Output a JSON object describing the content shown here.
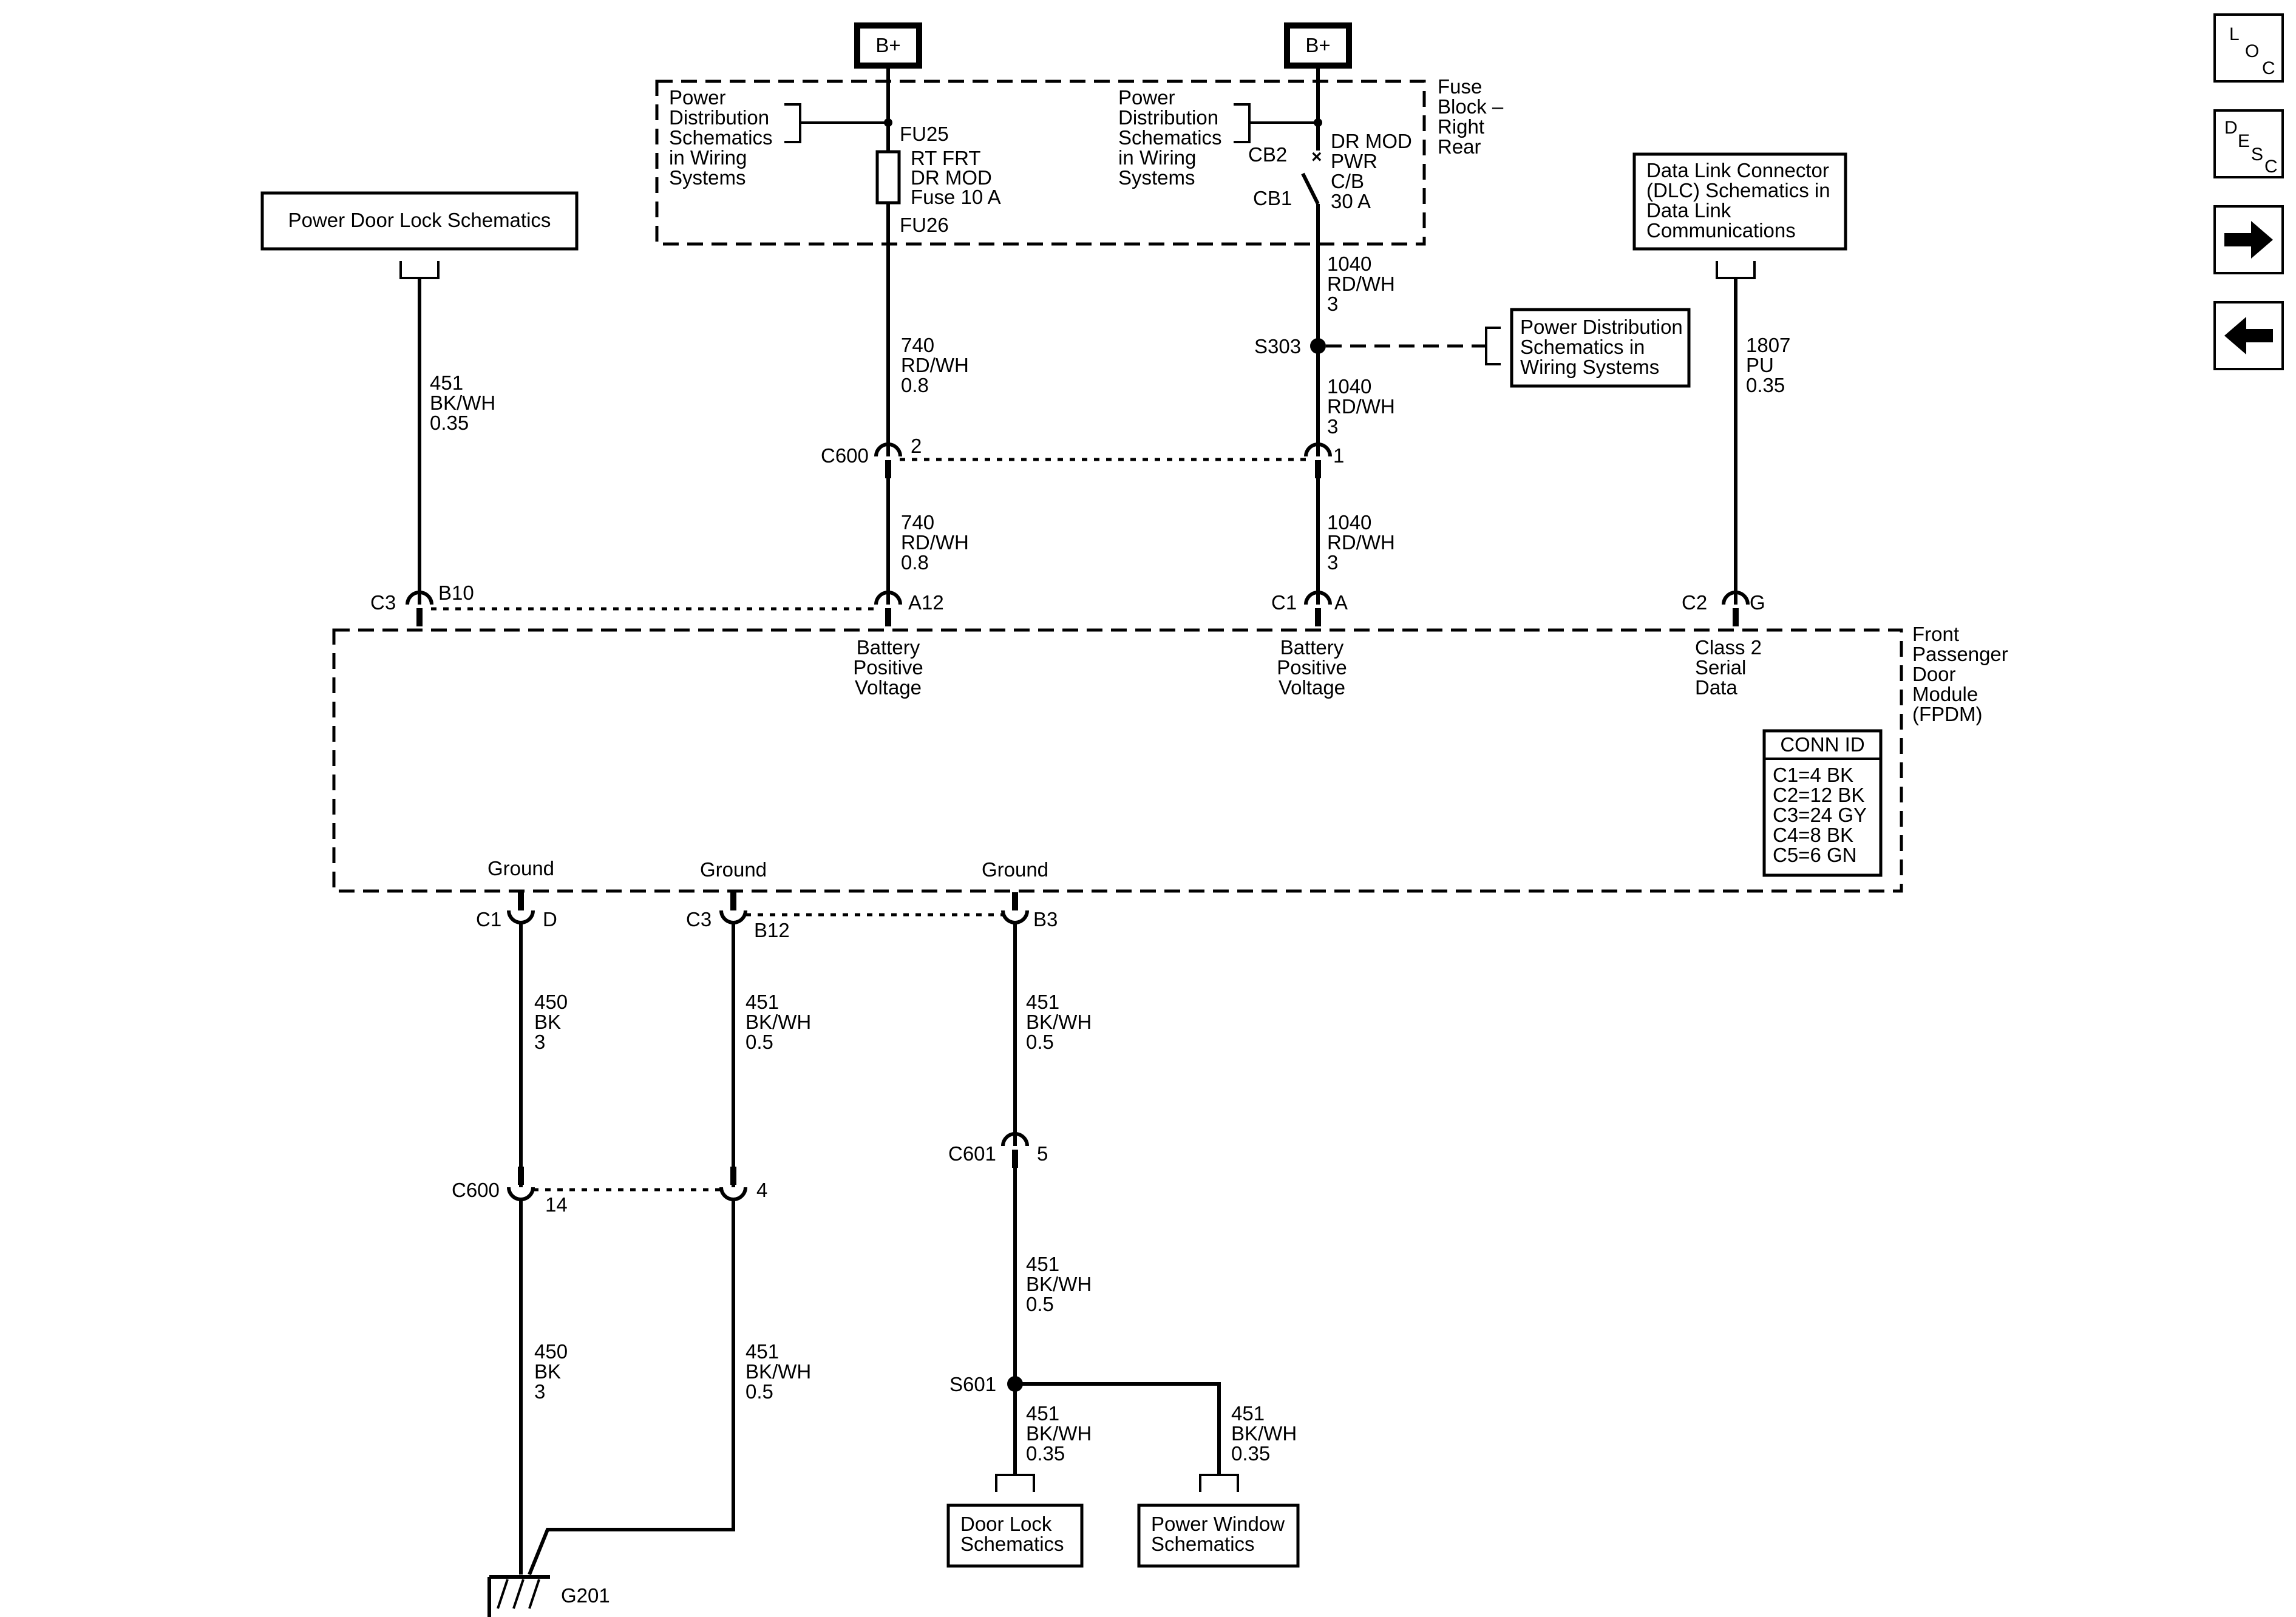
{
  "sources": {
    "battery_left": "B+",
    "battery_right": "B+"
  },
  "fuse_block": {
    "title_lines": [
      "Fuse",
      "Block –",
      "Right",
      "Rear"
    ],
    "pd_ref_left": [
      "Power",
      "Distribution",
      "Schematics",
      "in Wiring",
      "Systems"
    ],
    "pd_ref_right": [
      "Power",
      "Distribution",
      "Schematics",
      "in Wiring",
      "Systems"
    ],
    "fuse_in": "FU25",
    "fuse_out": "FU26",
    "fuse_desc": [
      "RT FRT",
      "DR MOD",
      "Fuse 10 A"
    ],
    "cb_in": "CB2",
    "cb_out": "CB1",
    "cb_desc": [
      "DR MOD",
      "PWR",
      "C/B",
      "30 A"
    ]
  },
  "refs": {
    "power_door_lock": "Power Door Lock Schematics",
    "dlc": [
      "Data Link Connector",
      "(DLC) Schematics in",
      "Data Link",
      "Communications"
    ],
    "pd_s303": [
      "Power Distribution",
      "Schematics in",
      "Wiring Systems"
    ],
    "door_lock": [
      "Door Lock",
      "Schematics"
    ],
    "power_window": [
      "Power Window",
      "Schematics"
    ]
  },
  "wires": {
    "w451_left": [
      "451",
      "BK/WH",
      "0.35"
    ],
    "w740_upper": [
      "740",
      "RD/WH",
      "0.8"
    ],
    "w740_lower": [
      "740",
      "RD/WH",
      "0.8"
    ],
    "w1040_a": [
      "1040",
      "RD/WH",
      "3"
    ],
    "w1040_b": [
      "1040",
      "RD/WH",
      "3"
    ],
    "w1040_c": [
      "1040",
      "RD/WH",
      "3"
    ],
    "w1807": [
      "1807",
      "PU",
      "0.35"
    ],
    "w450_a": [
      "450",
      "BK",
      "3"
    ],
    "w450_b": [
      "450",
      "BK",
      "3"
    ],
    "w451_g1": [
      "451",
      "BK/WH",
      "0.5"
    ],
    "w451_g2": [
      "451",
      "BK/WH",
      "0.5"
    ],
    "w451_g3": [
      "451",
      "BK/WH",
      "0.5"
    ],
    "w451_g4": [
      "451",
      "BK/WH",
      "0.5"
    ],
    "w451_dl": [
      "451",
      "BK/WH",
      "0.35"
    ],
    "w451_pw": [
      "451",
      "BK/WH",
      "0.35"
    ]
  },
  "splices": {
    "s303": "S303",
    "s601": "S601",
    "g201": "G201"
  },
  "connectors": {
    "c600_top": "C600",
    "c600_top_pin_left": "2",
    "c600_top_pin_right": "1",
    "c3_top": "C3",
    "c3_top_pin": "B10",
    "c_a12_pin": "A12",
    "c1_top": "C1",
    "c1_top_pin": "A",
    "c2_top": "C2",
    "c2_top_pin": "G",
    "c1_bot": "C1",
    "c1_bot_pin": "D",
    "c3_bot": "C3",
    "c3_bot_pin": "B12",
    "b3_pin": "B3",
    "c600_bot": "C600",
    "c600_bot_pin_left": "14",
    "c600_bot_pin_right": "4",
    "c601": "C601",
    "c601_pin": "5"
  },
  "module": {
    "name_lines": [
      "Front",
      "Passenger",
      "Door",
      "Module",
      "(FPDM)"
    ],
    "batt1": [
      "Battery",
      "Positive",
      "Voltage"
    ],
    "batt2": [
      "Battery",
      "Positive",
      "Voltage"
    ],
    "class2": [
      "Class 2",
      "Serial",
      "Data"
    ],
    "ground1": "Ground",
    "ground2": "Ground",
    "ground3": "Ground",
    "conn_id_title": "CONN ID",
    "conn_id_rows": [
      "C1=4 BK",
      "C2=12 BK",
      "C3=24 GY",
      "C4=8 BK",
      "C5=6 GN"
    ]
  },
  "nav": {
    "loc": [
      "L",
      "O",
      "C"
    ],
    "desc": [
      "D",
      "E",
      "S",
      "C"
    ],
    "next_icon": "arrow-right-icon",
    "prev_icon": "arrow-left-icon"
  }
}
